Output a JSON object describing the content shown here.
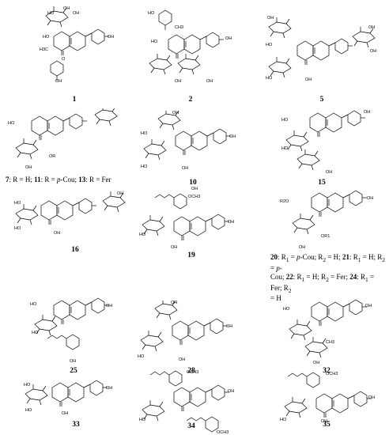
{
  "compounds": [
    {
      "id": "c1",
      "label": "1"
    },
    {
      "id": "c2",
      "label": "2"
    },
    {
      "id": "c5",
      "label": "5"
    },
    {
      "id": "c7",
      "label": ""
    },
    {
      "id": "c10",
      "label": "10"
    },
    {
      "id": "c15",
      "label": "15"
    },
    {
      "id": "c16",
      "label": "16"
    },
    {
      "id": "c19",
      "label": "19"
    },
    {
      "id": "c20",
      "label": ""
    },
    {
      "id": "c25",
      "label": "25"
    },
    {
      "id": "c28",
      "label": "28"
    },
    {
      "id": "c32",
      "label": "32"
    },
    {
      "id": "c33",
      "label": "33"
    },
    {
      "id": "c34",
      "label": "34"
    },
    {
      "id": "c35",
      "label": "35"
    }
  ],
  "captions": {
    "c7": {
      "n7": "7",
      "t7": ": R = H; ",
      "n11": "11",
      "t11": ": R = ",
      "cou": "p",
      "t11b": "-Cou; ",
      "n13": "13",
      "t13": ": R = Fer"
    },
    "c20": {
      "n20": "20",
      "t20a": ": R",
      "s1a": "1",
      "t20b": " = ",
      "cou": "p",
      "t20c": "-Cou; R",
      "s2a": "2",
      "t20d": " = H; ",
      "n21": "21",
      "t21a": ": R",
      "s1b": "1",
      "t21b": " = H; R",
      "s2b": "2",
      "t21c": " = ",
      "cou2": "p",
      "t21d": "-",
      "l2a": "Cou; ",
      "n22": "22",
      "t22a": ": R",
      "s1c": "1",
      "t22b": " = H; R",
      "s2c": "2",
      "t22c": " = Fer; ",
      "n24": "24",
      "t24a": ": R",
      "s1d": "1",
      "t24b": " = Fer; R",
      "s2d": "2",
      "l3a": "= H"
    }
  },
  "atom_labels": {
    "OH": "OH",
    "HO": "HO",
    "O": "O",
    "OCH3": "OCH3",
    "CH3": "CH3",
    "H3C": "H3C",
    "OR": "OR",
    "R2O": "R2O",
    "OR1": "OR1"
  }
}
